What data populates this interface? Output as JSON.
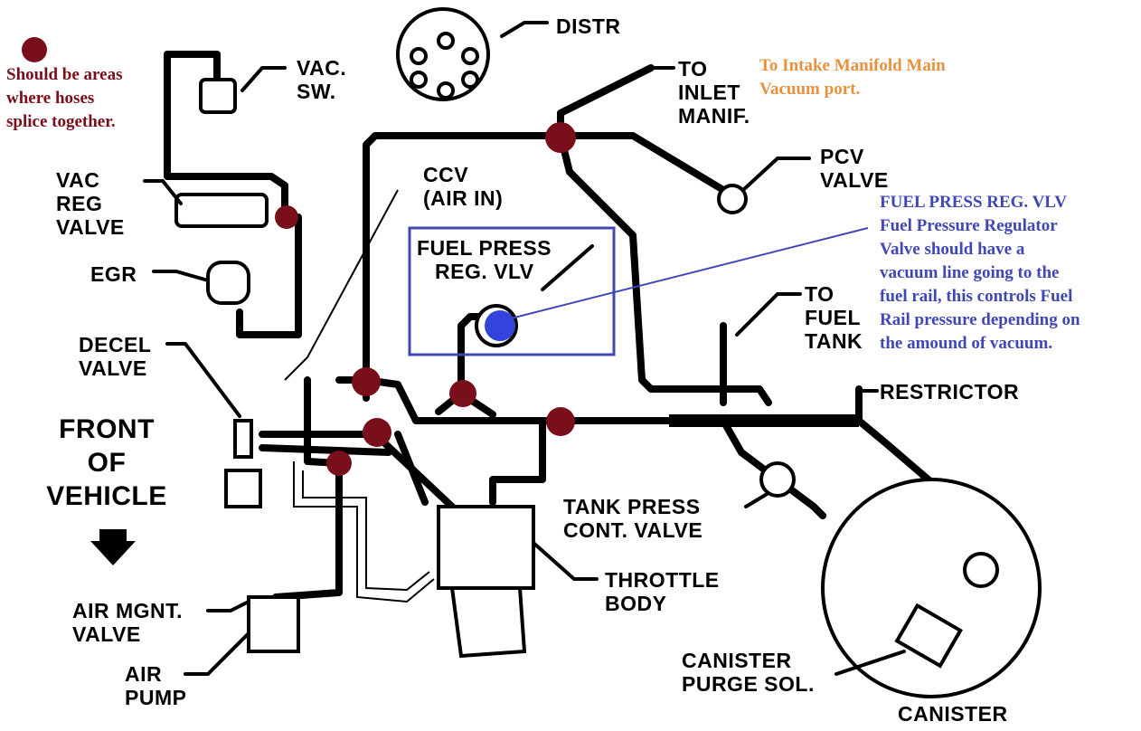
{
  "colors": {
    "line": "#000000",
    "splice_marker": "#7a0f1c",
    "legend_text": "#7a0f1c",
    "intake_note_text": "#e8923e",
    "fuel_note_text": "#3f47b5",
    "highlight_box": "#3f47b5",
    "highlight_dot": "#3344dd"
  },
  "legend": {
    "text": [
      "Should be areas",
      "where hoses",
      "splice together."
    ]
  },
  "labels": {
    "distr": "DISTR",
    "vac_sw": [
      "VAC.",
      "SW."
    ],
    "to_inlet_manif": [
      "TO",
      "INLET",
      "MANIF."
    ],
    "pcv_valve": [
      "PCV",
      "VALVE"
    ],
    "vac_reg_valve": [
      "VAC",
      "REG",
      "VALVE"
    ],
    "ccv_air_in": [
      "CCV",
      "(AIR IN)"
    ],
    "fuel_press_reg_vlv": [
      "FUEL PRESS",
      "REG. VLV"
    ],
    "egr": "EGR",
    "to_fuel_tank": [
      "TO",
      "FUEL",
      "TANK"
    ],
    "decel_valve": [
      "DECEL",
      "VALVE"
    ],
    "restrictor": "RESTRICTOR",
    "front_of_vehicle": [
      "FRONT",
      "OF",
      "VEHICLE"
    ],
    "tank_press_cont_valve": [
      "TANK PRESS",
      "CONT. VALVE"
    ],
    "throttle_body": [
      "THROTTLE",
      "BODY"
    ],
    "air_mgnt_valve": [
      "AIR MGNT.",
      "VALVE"
    ],
    "air_pump": [
      "AIR",
      "PUMP"
    ],
    "canister_purge_sol": [
      "CANISTER",
      "PURGE SOL."
    ],
    "canister": "CANISTER"
  },
  "notes": {
    "intake": [
      "To Intake Manifold Main",
      "Vacuum port."
    ],
    "fuel_pressure": [
      "FUEL PRESS REG. VLV",
      "Fuel Pressure Regulator",
      "Valve should have a",
      "vacuum line going to the",
      "fuel rail, this controls Fuel",
      "Rail pressure depending on",
      "the amound of vacuum."
    ]
  },
  "icons": {
    "front_arrow": "down-arrow-icon",
    "distributor": "distributor-cap-icon"
  }
}
